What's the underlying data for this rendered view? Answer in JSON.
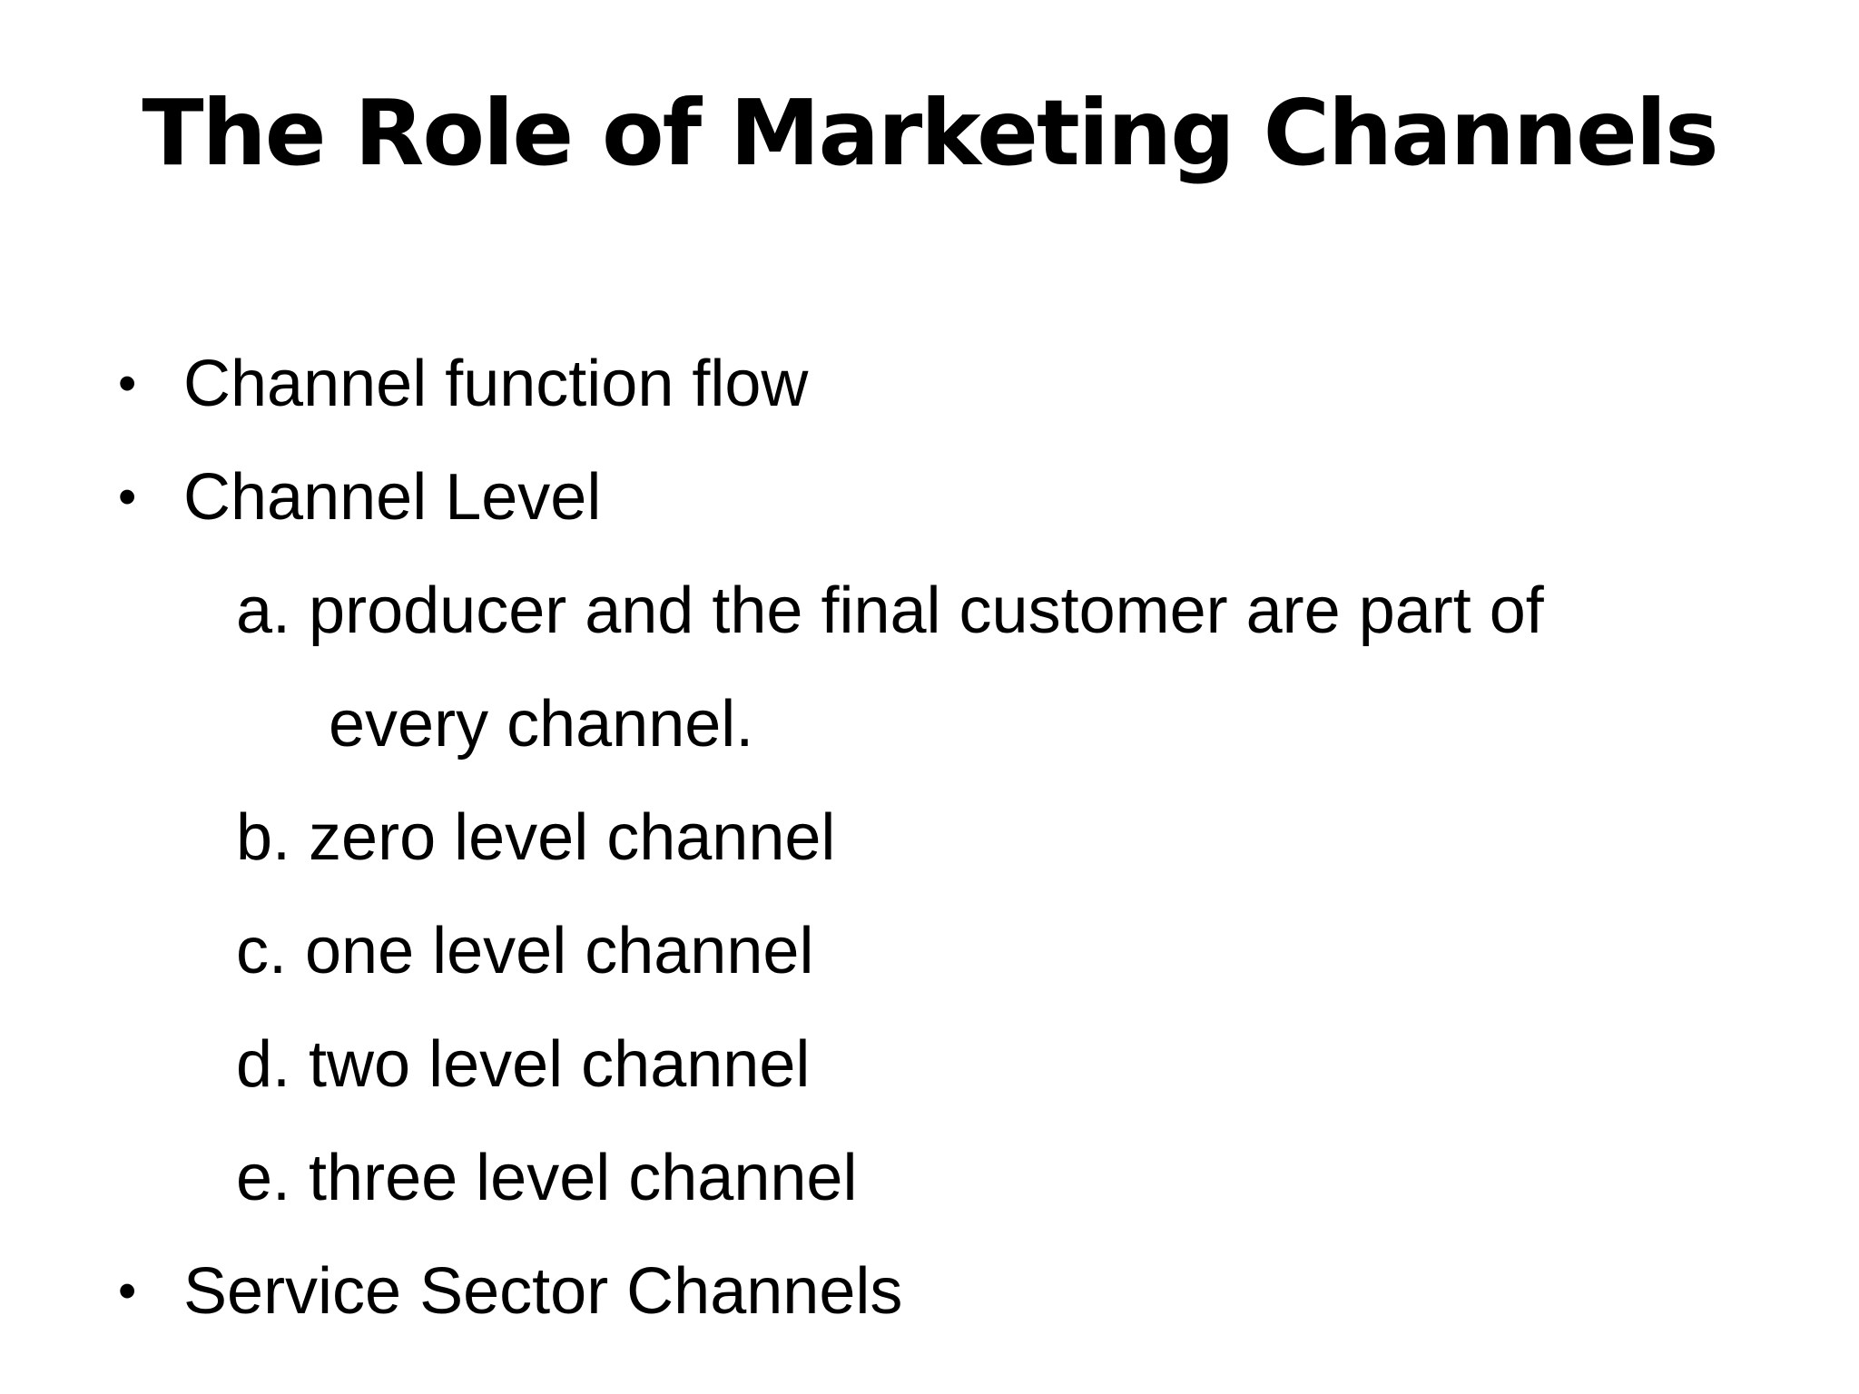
{
  "slide": {
    "title": "The Role of Marketing Channels",
    "bullet_glyph": "•",
    "colors": {
      "background": "#ffffff",
      "text": "#000000"
    },
    "lines": [
      {
        "kind": "bullet",
        "text": "Channel function flow"
      },
      {
        "kind": "bullet",
        "text": "Channel Level"
      },
      {
        "kind": "sub",
        "text": "a. producer and the final customer are part of"
      },
      {
        "kind": "cont",
        "text": "every channel."
      },
      {
        "kind": "sub",
        "text": "b. zero level channel"
      },
      {
        "kind": "sub",
        "text": "c. one level channel"
      },
      {
        "kind": "sub",
        "text": "d. two level channel"
      },
      {
        "kind": "sub",
        "text": "e. three level channel"
      },
      {
        "kind": "bullet",
        "text": "Service Sector Channels"
      }
    ]
  }
}
